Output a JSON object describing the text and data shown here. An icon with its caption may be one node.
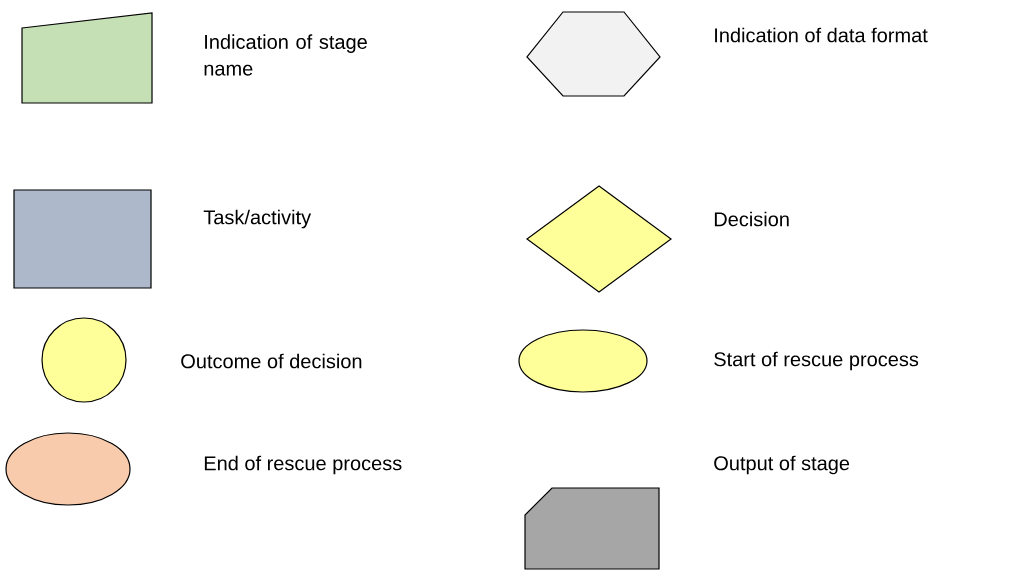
{
  "diagram": {
    "nodes": [
      {
        "text": [],
        "shape": "trapezoid",
        "beside": [
          "Indication of stage name"
        ]
      },
      {
        "text": [],
        "shape": "hexagon",
        "beside": [
          "Indication of data format"
        ]
      },
      {
        "text": [],
        "shape": "box",
        "beside": [
          "Task/activity"
        ]
      },
      {
        "text": [],
        "shape": "diamond",
        "beside": [
          "Decision"
        ]
      },
      {
        "text": [],
        "shape": "circle",
        "beside": [
          "Outcome of decision"
        ]
      },
      {
        "text": [],
        "shape": "ellipse",
        "beside": [
          "Start of rescue process"
        ]
      },
      {
        "text": [],
        "shape": "ellipse",
        "beside": [
          "End of rescue process"
        ]
      },
      {
        "text": [],
        "shape": "pentagon",
        "beside": [
          "Output of stage"
        ]
      }
    ]
  }
}
